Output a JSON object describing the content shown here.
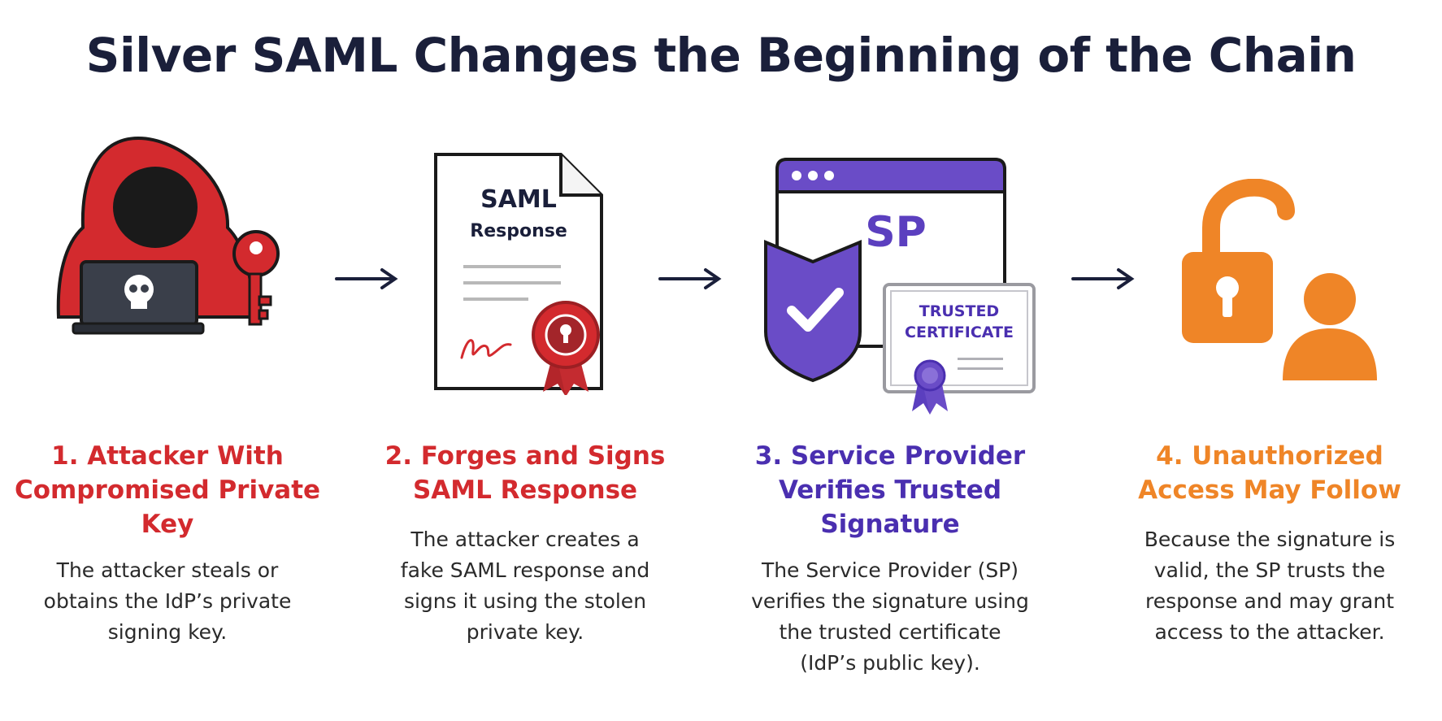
{
  "title": "Silver SAML Changes the Beginning of the Chain",
  "colors": {
    "red": "#d32a2e",
    "purple": "#5b3fbf",
    "orange": "#ef8527",
    "navy": "#1a1f3a"
  },
  "steps": [
    {
      "title": "1. Attacker With Compromised Private Key",
      "body": "The attacker steals or obtains the IdP’s private signing key.",
      "icons": [
        "hooded-attacker-icon",
        "laptop-icon",
        "skull-icon",
        "key-icon"
      ]
    },
    {
      "title": "2. Forges and Signs SAML Response",
      "body": "The attacker creates a fake SAML response and signs it using the stolen private key.",
      "icons": [
        "document-icon",
        "signature-icon",
        "seal-icon"
      ],
      "doc_heading": "SAML",
      "doc_subheading": "Response"
    },
    {
      "title": "3. Service Provider Verifies Trusted Signature",
      "body": "The Service Provider (SP) verifies the signature using the trusted certificate (IdP’s public key).",
      "icons": [
        "browser-window-icon",
        "shield-check-icon",
        "certificate-icon"
      ],
      "window_label": "SP",
      "cert_line1": "TRUSTED",
      "cert_line2": "CERTIFICATE"
    },
    {
      "title": "4. Unauthorized Access May Follow",
      "body": "Because the signature is valid, the SP trusts the response and may grant access to the attacker.",
      "icons": [
        "unlocked-padlock-icon",
        "user-icon"
      ]
    }
  ]
}
